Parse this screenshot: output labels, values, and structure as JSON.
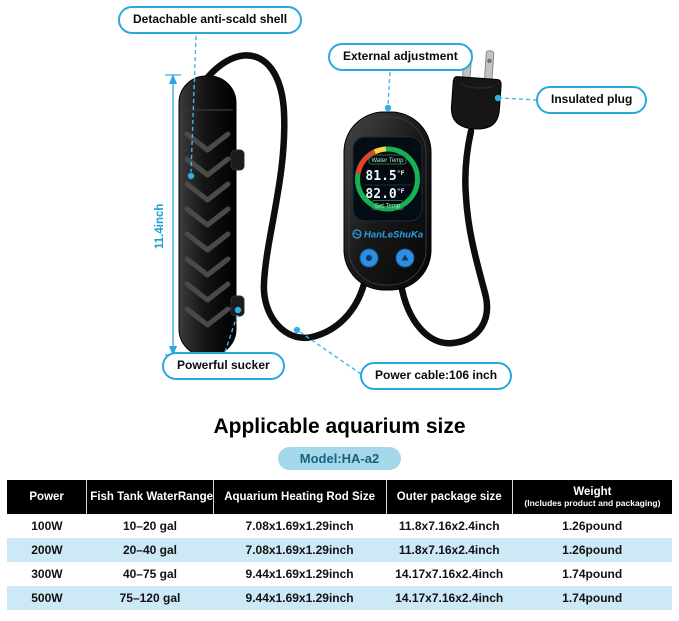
{
  "callouts": {
    "shell": "Detachable anti-scald shell",
    "external": "External adjustment",
    "plug": "Insulated plug",
    "sucker": "Powerful sucker",
    "cable": "Power cable:106 inch",
    "length": "11.4inch"
  },
  "controller": {
    "brand": "HanLeShuKa",
    "water_temp_label": "Water Temp",
    "water_temp_value": "81.5",
    "set_temp_label": "Set Temp",
    "set_temp_value": "82.0",
    "unit": "°F"
  },
  "section": {
    "title": "Applicable aquarium size",
    "model": "Model:HA-a2"
  },
  "table": {
    "headers": [
      "Power",
      "Fish Tank WaterRange",
      "Aquarium Heating Rod Size",
      "Outer package size",
      "Weight"
    ],
    "weight_note": "(Includes product and packaging)",
    "rows": [
      {
        "power": "100W",
        "range": "10–20 gal",
        "rod": "7.08x1.69x1.29inch",
        "pkg": "11.8x7.16x2.4inch",
        "weight": "1.26pound"
      },
      {
        "power": "200W",
        "range": "20–40 gal",
        "rod": "7.08x1.69x1.29inch",
        "pkg": "11.8x7.16x2.4inch",
        "weight": "1.26pound"
      },
      {
        "power": "300W",
        "range": "40–75 gal",
        "rod": "9.44x1.69x1.29inch",
        "pkg": "14.17x7.16x2.4inch",
        "weight": "1.74pound"
      },
      {
        "power": "500W",
        "range": "75–120 gal",
        "rod": "9.44x1.69x1.29inch",
        "pkg": "14.17x7.16x2.4inch",
        "weight": "1.74pound"
      }
    ]
  },
  "colors": {
    "callout_border": "#2aa7e1",
    "accent_blue": "#1e9fd4",
    "model_pill_bg": "#a5d8eb",
    "row_alt_bg": "#cde9f6",
    "header_bg": "#000000",
    "lcd_ring_green": "#17b254",
    "brand_blue": "#2d9fe8"
  }
}
